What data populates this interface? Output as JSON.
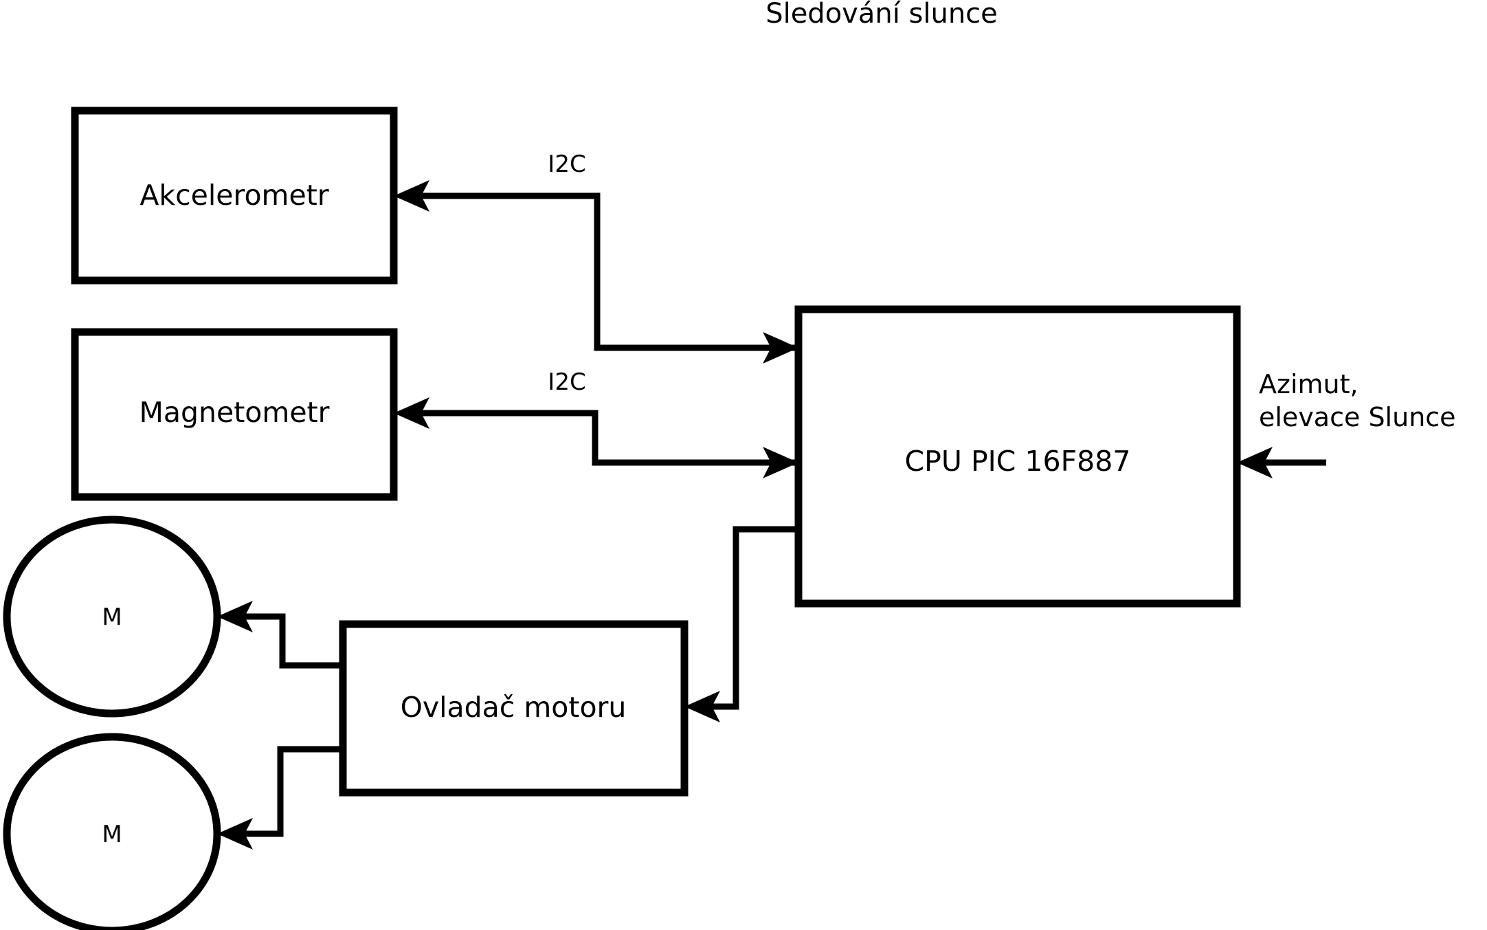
{
  "diagram": {
    "title": "Sledování slunce",
    "blocks": [
      {
        "id": "accelerometer",
        "label": "Akcelerometr"
      },
      {
        "id": "magnetometer",
        "label": "Magnetometr"
      },
      {
        "id": "cpu",
        "label": "CPU PIC 16F887"
      },
      {
        "id": "motor-driver",
        "label": "Ovladač motoru"
      },
      {
        "id": "motor-top",
        "label": "M"
      },
      {
        "id": "motor-bottom",
        "label": "M"
      }
    ],
    "bus_labels": [
      {
        "id": "i2c-accelerometer",
        "label": "I2C"
      },
      {
        "id": "i2c-magnetometer",
        "label": "I2C"
      }
    ],
    "side_label": {
      "line1": "Azimut,",
      "line2": "elevace Slunce"
    },
    "colors": {
      "background": "#ffffff",
      "stroke": "#000000",
      "text": "#000000"
    }
  }
}
